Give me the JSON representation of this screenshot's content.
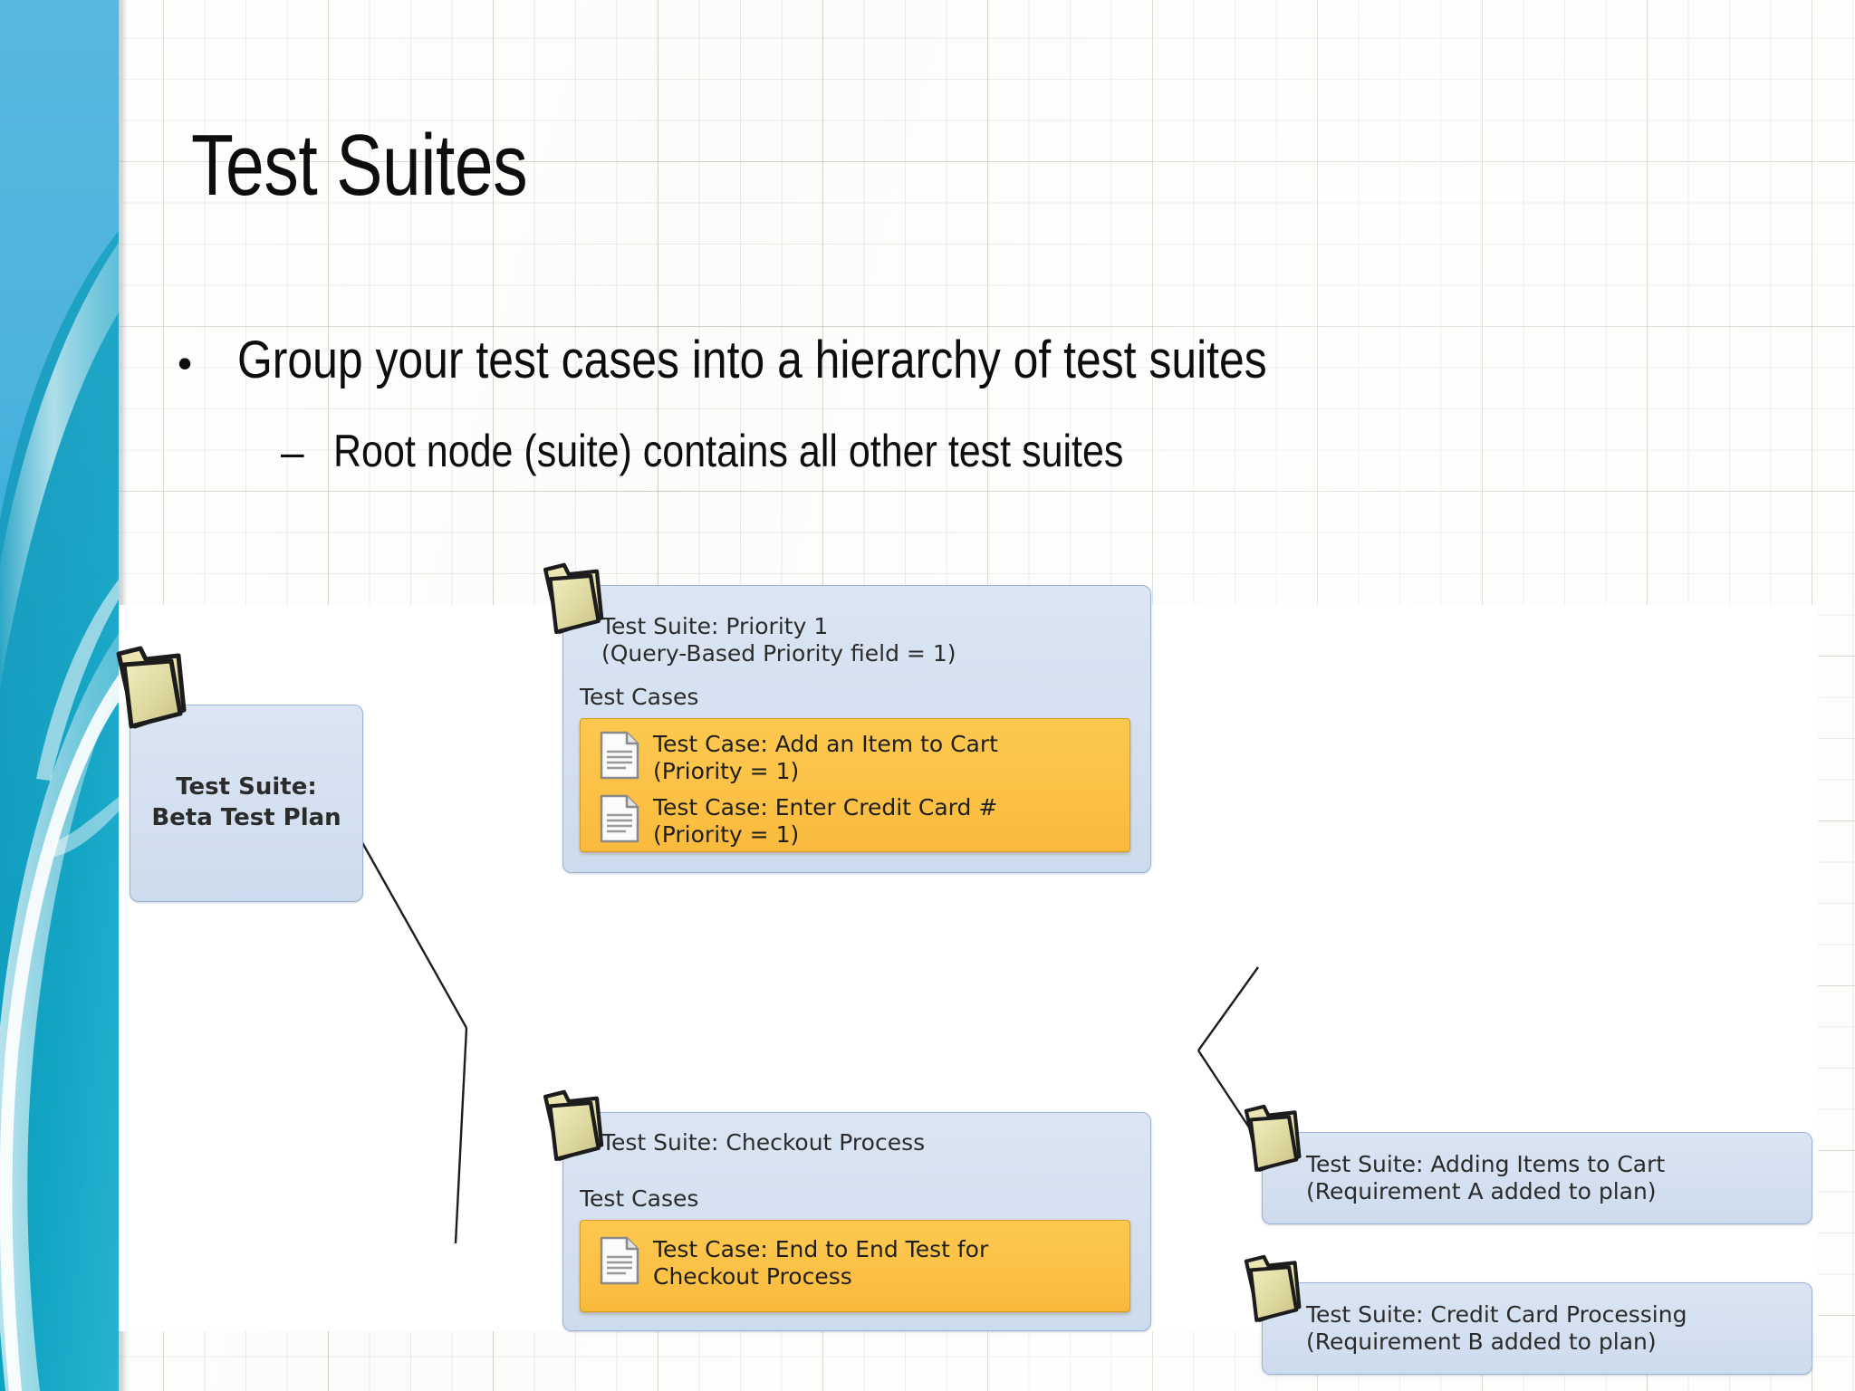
{
  "slide": {
    "title": "Test Suites",
    "bullets": [
      {
        "marker": "•",
        "level": 1,
        "text": "Group your test cases into a hierarchy of test suites"
      },
      {
        "marker": "–",
        "level": 2,
        "text": "Root node (suite) contains all other test suites"
      }
    ]
  },
  "theme": {
    "band_top_color": "#4fb4de",
    "band_bottom_color": "#09a8c9",
    "suite_fill": "#d7e2f1",
    "suite_border": "#9bb3d6",
    "case_fill": "#fcc247",
    "case_border": "#d99a1f",
    "text_color": "#0d0d0d",
    "canvas_color": "#ffffff"
  },
  "diagram": {
    "type": "tree",
    "root": {
      "id": "beta-test-plan",
      "icon": "folder-icon",
      "label": "Test Suite:\nBeta Test Plan"
    },
    "nodes": [
      {
        "id": "priority-1",
        "icon": "folder-icon",
        "title": "Test Suite: Priority 1\n(Query-Based Priority field = 1)",
        "section_label": "Test Cases",
        "cases": [
          {
            "icon": "document-icon",
            "label": "Test Case: Add an Item to Cart\n(Priority = 1)"
          },
          {
            "icon": "document-icon",
            "label": "Test Case: Enter Credit Card #\n(Priority = 1)"
          }
        ]
      },
      {
        "id": "checkout-process",
        "icon": "folder-icon",
        "title": "Test Suite: Checkout Process",
        "section_label": "Test Cases",
        "cases": [
          {
            "icon": "document-icon",
            "label": "Test Case: End to End Test for\nCheckout Process"
          }
        ]
      }
    ],
    "leaves": [
      {
        "id": "adding-items-to-cart",
        "icon": "folder-icon",
        "title": "Test Suite: Adding Items to Cart\n(Requirement A added to plan)"
      },
      {
        "id": "credit-card-processing",
        "icon": "folder-icon",
        "title": "Test Suite: Credit Card Processing\n(Requirement B added to plan)"
      }
    ]
  }
}
